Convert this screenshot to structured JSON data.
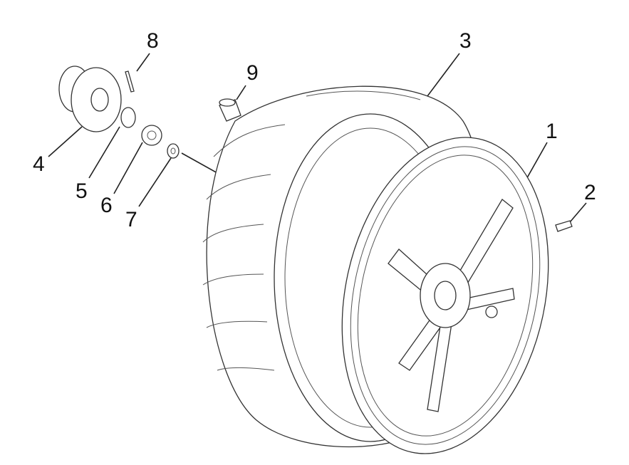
{
  "diagram": {
    "title": "Rear wheel exploded parts view",
    "callouts": [
      {
        "id": "1",
        "part": "rim"
      },
      {
        "id": "2",
        "part": "valve"
      },
      {
        "id": "3",
        "part": "tyre"
      },
      {
        "id": "4",
        "part": "hub"
      },
      {
        "id": "5",
        "part": "spacer"
      },
      {
        "id": "6",
        "part": "nut"
      },
      {
        "id": "7",
        "part": "washer"
      },
      {
        "id": "8",
        "part": "cotter-pin"
      },
      {
        "id": "9",
        "part": "cap"
      }
    ]
  }
}
